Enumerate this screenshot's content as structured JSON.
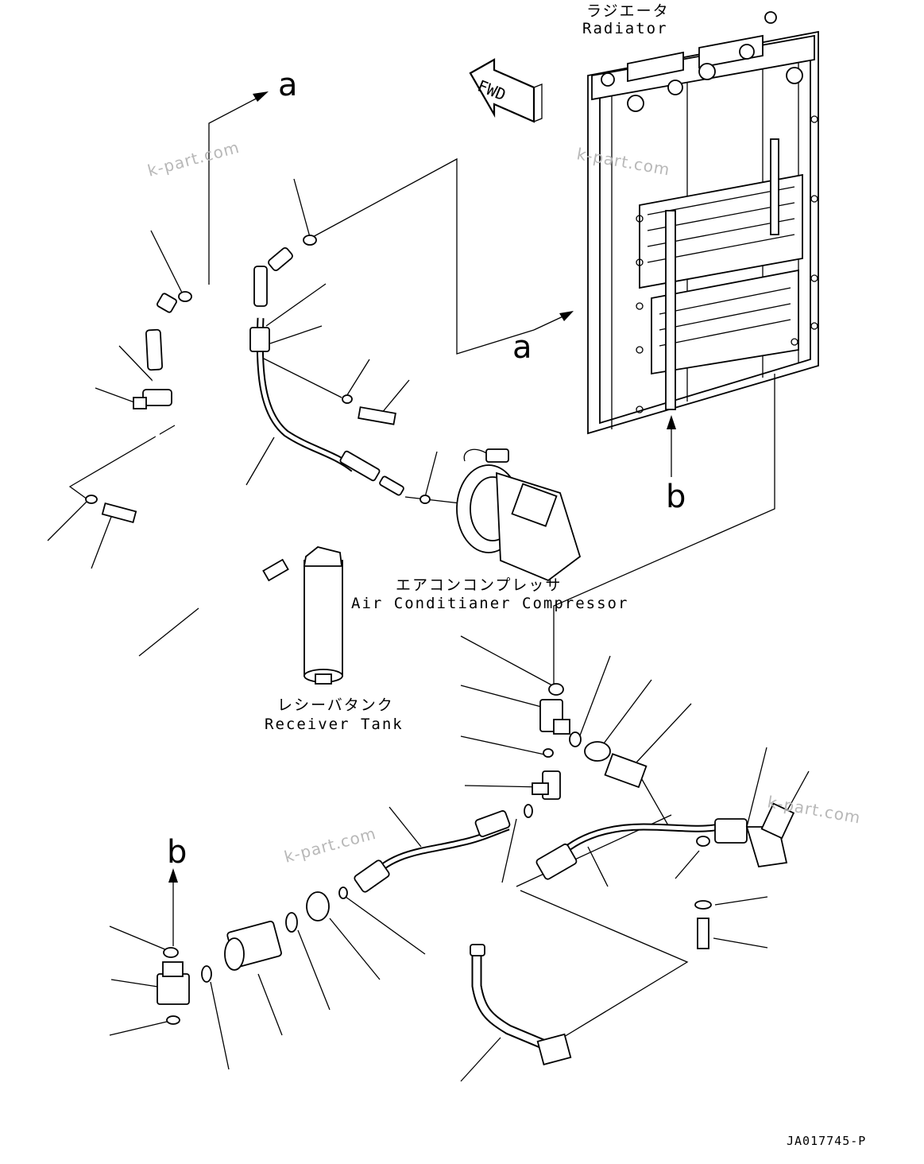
{
  "labels": {
    "radiator_jp": "ラジエータ",
    "radiator_en": "Radiator",
    "compressor_jp": "エアコンコンプレッサ",
    "compressor_en": "Air Conditianer Compressor",
    "receiver_jp": "レシーバタンク",
    "receiver_en": "Receiver Tank",
    "fwd": "FWD",
    "ref_a": "a",
    "ref_b": "b",
    "drawing_code": "JA017745-P"
  },
  "watermarks": [
    "k-part.com",
    "k-part.com",
    "k-part.com",
    "k-part.com"
  ]
}
